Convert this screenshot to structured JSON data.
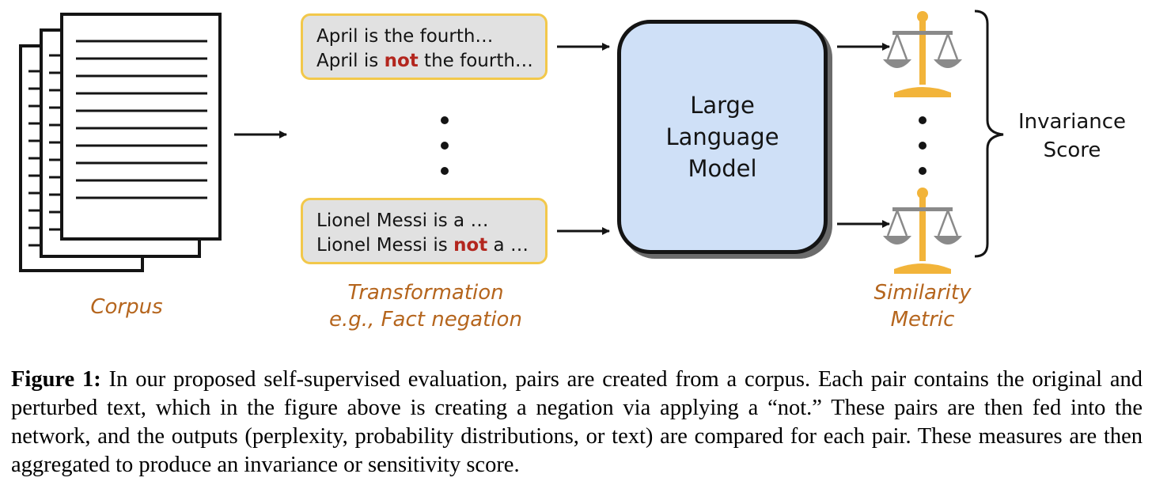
{
  "diagram": {
    "corpus_label": "Corpus",
    "pairs": [
      {
        "line1": "April is the fourth…",
        "line2_before": "April is ",
        "line2_neg": "not",
        "line2_after": " the fourth…"
      },
      {
        "line1": "Lionel Messi is a …",
        "line2_before": "Lionel Messi is ",
        "line2_neg": "not",
        "line2_after": " a …"
      }
    ],
    "transformation_label_line1": "Transformation",
    "transformation_label_line2": "e.g., Fact negation",
    "model_line1": "Large",
    "model_line2": "Language",
    "model_line3": "Model",
    "metric_label_line1": "Similarity",
    "metric_label_line2": "Metric",
    "score_line1": "Invariance",
    "score_line2": "Score",
    "icons": [
      "documents-icon",
      "scale-icon"
    ],
    "colors": {
      "label_orange": "#b5651d",
      "box_border": "#f2c84b",
      "box_fill": "#e1e1e1",
      "model_fill": "#cfe0f7",
      "negation_red": "#b3261e",
      "scale_gold": "#f2b43a"
    }
  },
  "caption": {
    "label": "Figure 1:",
    "text": "In our proposed self-supervised evaluation, pairs are created from a corpus. Each pair contains the original and perturbed text, which in the figure above is creating a negation via applying a “not.” These pairs are then fed into the network, and the outputs (perplexity, probability distributions, or text) are compared for each pair. These measures are then aggregated to produce an invariance or sensitivity score."
  }
}
